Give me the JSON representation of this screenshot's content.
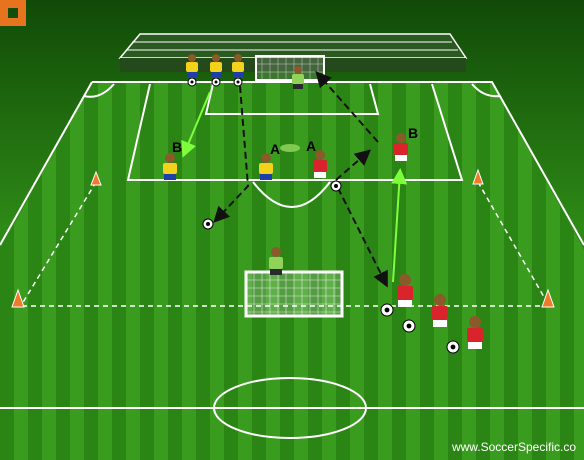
{
  "labels": {
    "player_a_left": "A",
    "player_a_right": "A",
    "player_b_left": "B",
    "player_b_right": "B"
  },
  "credit": "www.SoccerSpecific.co",
  "colors": {
    "pitch_dark": "#1f6d10",
    "pitch_light": "#3a9a1c",
    "lines": "#ffffff",
    "team_yellow": "#f2d21a",
    "team_red": "#d8242a",
    "goalkeeper": "#8fd35a",
    "cone": "#f07a2a",
    "arrow_run": "#7dff3a",
    "arrow_pass": "#111111",
    "corner_mark": "#e8731e"
  }
}
